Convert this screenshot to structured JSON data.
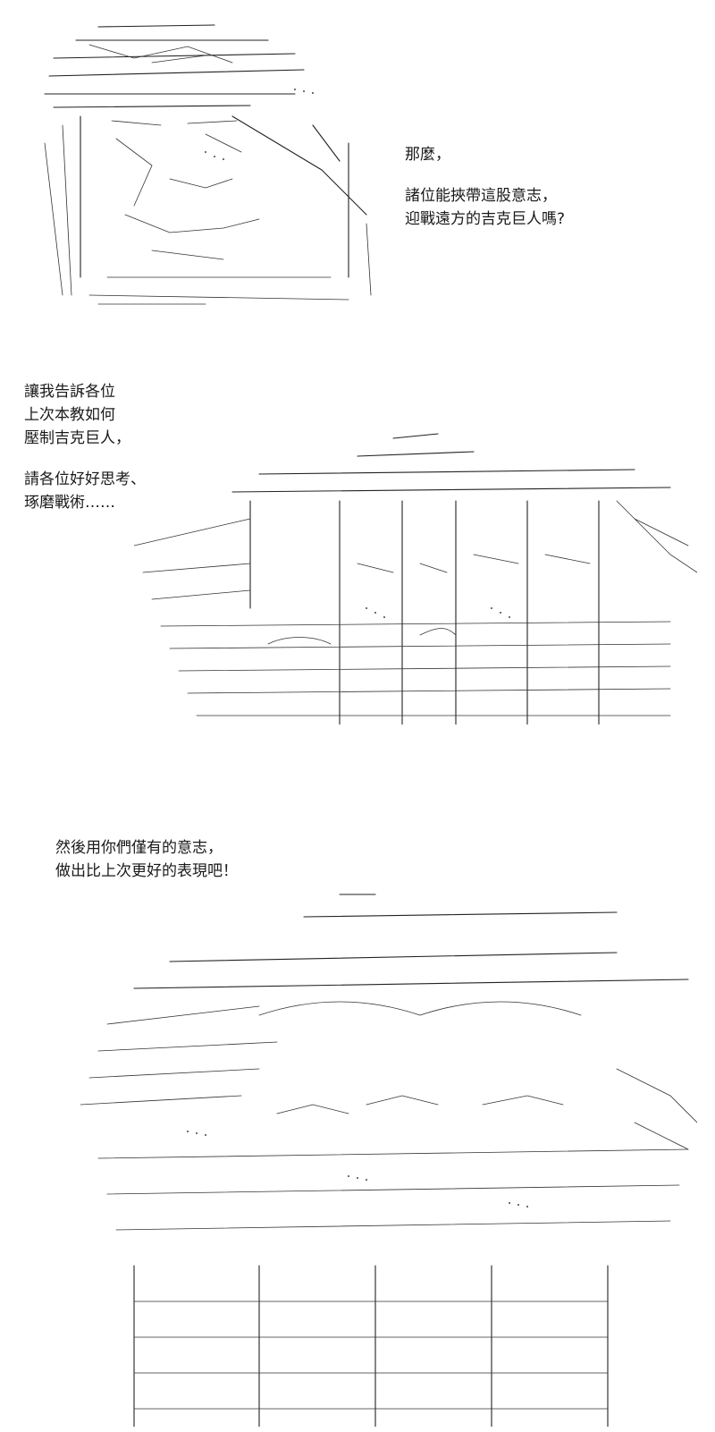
{
  "panels": [
    {
      "caption_lines": [
        "那麼，",
        "",
        "諸位能挾帶這股意志，",
        "迎戰遠方的吉克巨人嗎?"
      ]
    },
    {
      "caption_lines": [
        "讓我告訴各位",
        "上次本教如何",
        "壓制吉克巨人，",
        "",
        "請各位好好思考、",
        "琢磨戰術……"
      ]
    },
    {
      "caption_lines": [
        "然後用你們僅有的意志，",
        "做出比上次更好的表現吧！"
      ]
    }
  ]
}
